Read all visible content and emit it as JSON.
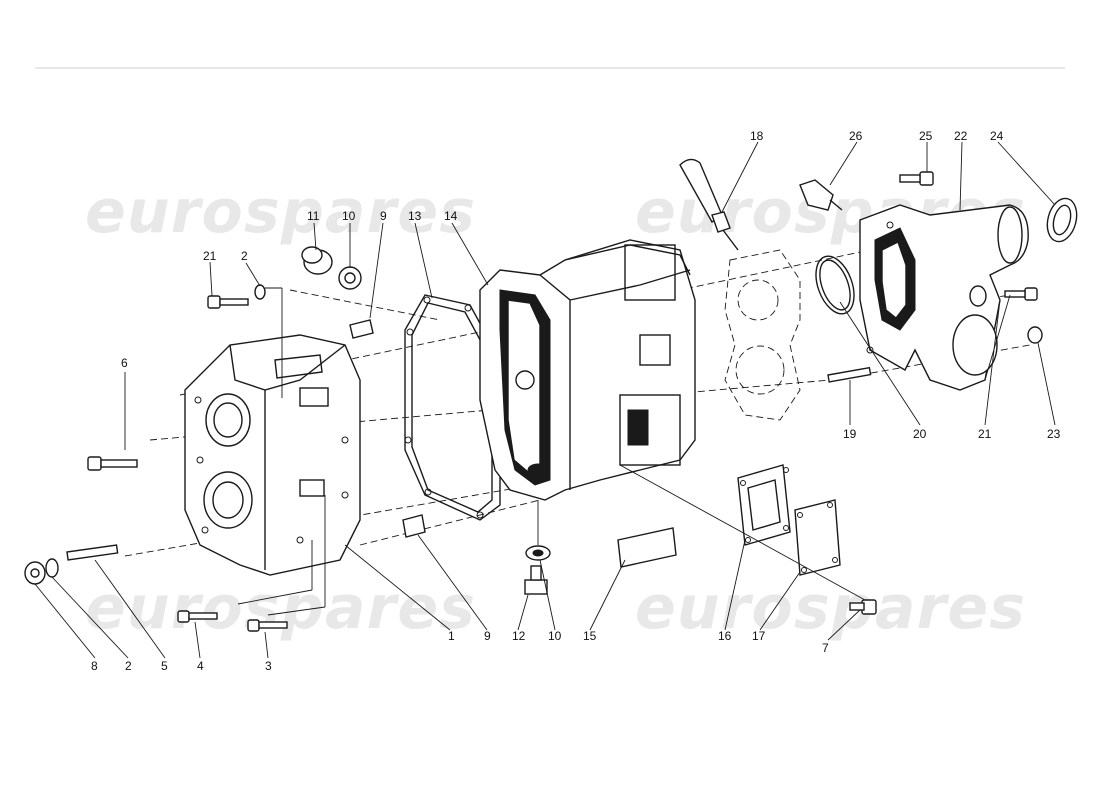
{
  "watermark": {
    "text": "eurospares",
    "color": "#e8e8e8"
  },
  "colors": {
    "ink": "#1a1a1a",
    "background": "#ffffff"
  },
  "labels": [
    {
      "id": "l1",
      "text": "1"
    },
    {
      "id": "l2a",
      "text": "2"
    },
    {
      "id": "l2b",
      "text": "2"
    },
    {
      "id": "l3",
      "text": "3"
    },
    {
      "id": "l4",
      "text": "4"
    },
    {
      "id": "l5",
      "text": "5"
    },
    {
      "id": "l6",
      "text": "6"
    },
    {
      "id": "l7",
      "text": "7"
    },
    {
      "id": "l8",
      "text": "8"
    },
    {
      "id": "l9a",
      "text": "9"
    },
    {
      "id": "l9b",
      "text": "9"
    },
    {
      "id": "l10a",
      "text": "10"
    },
    {
      "id": "l10b",
      "text": "10"
    },
    {
      "id": "l11",
      "text": "11"
    },
    {
      "id": "l12",
      "text": "12"
    },
    {
      "id": "l13",
      "text": "13"
    },
    {
      "id": "l14",
      "text": "14"
    },
    {
      "id": "l15",
      "text": "15"
    },
    {
      "id": "l16",
      "text": "16"
    },
    {
      "id": "l17",
      "text": "17"
    },
    {
      "id": "l18",
      "text": "18"
    },
    {
      "id": "l19",
      "text": "19"
    },
    {
      "id": "l20",
      "text": "20"
    },
    {
      "id": "l21a",
      "text": "21"
    },
    {
      "id": "l21b",
      "text": "21"
    },
    {
      "id": "l22",
      "text": "22"
    },
    {
      "id": "l23",
      "text": "23"
    },
    {
      "id": "l24",
      "text": "24"
    },
    {
      "id": "l25",
      "text": "25"
    },
    {
      "id": "l26",
      "text": "26"
    }
  ]
}
